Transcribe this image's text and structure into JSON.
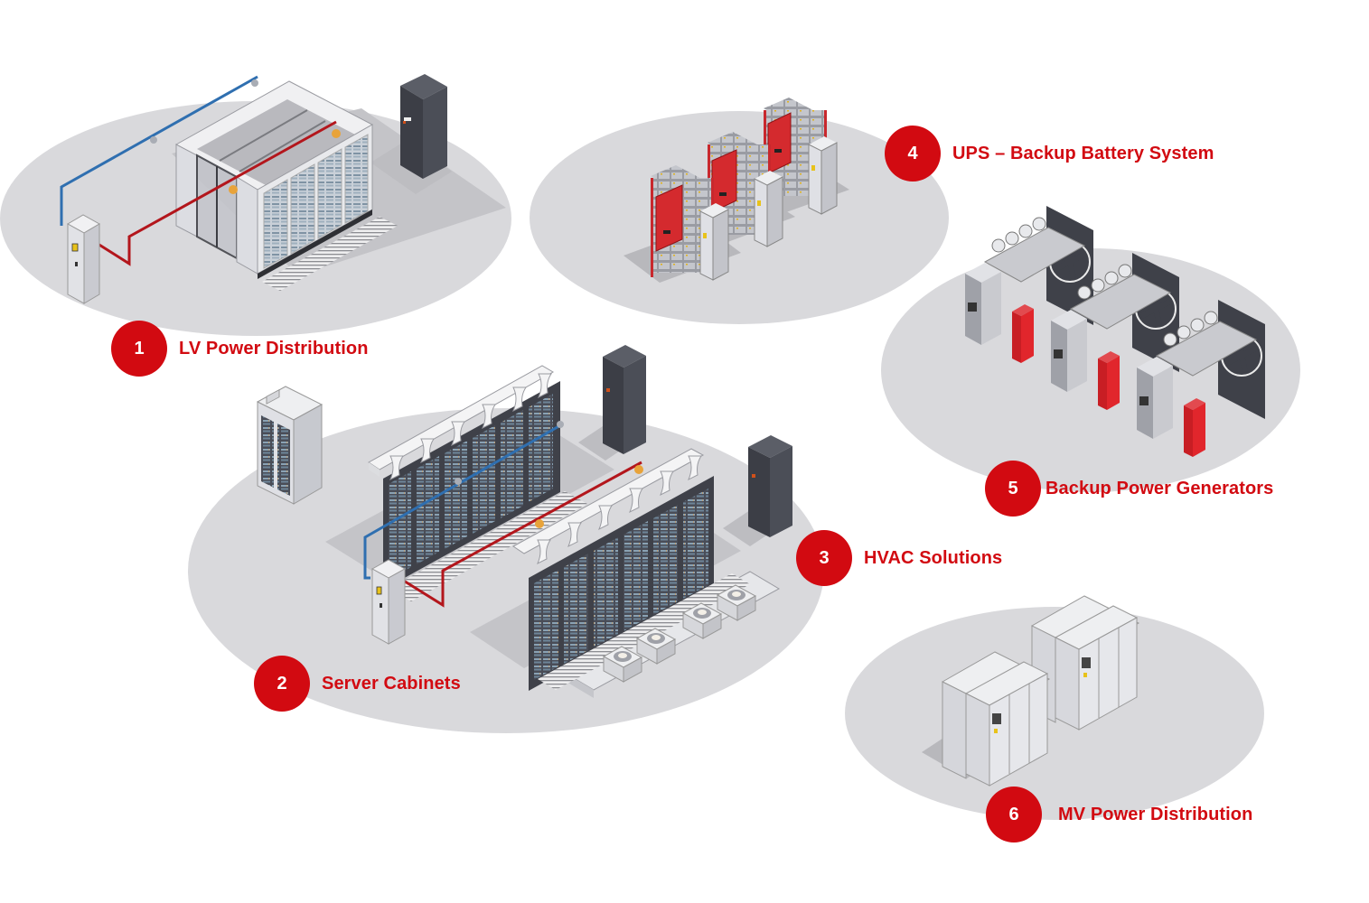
{
  "colors": {
    "accent": "#d20a11",
    "platform": "#d9d9dc",
    "cabinet_light": "#e4e5ea",
    "cabinet_dark": "#3f4149",
    "pipe_blue": "#2f6fb0",
    "pipe_red": "#b3161c"
  },
  "sections": [
    {
      "number": "1",
      "title": "LV Power Distribution",
      "icon": "lv-switchboard-icon"
    },
    {
      "number": "2",
      "title": "Server Cabinets",
      "icon": "server-rack-icon"
    },
    {
      "number": "3",
      "title": "HVAC Solutions",
      "icon": "cooling-unit-icon"
    },
    {
      "number": "4",
      "title": "UPS – Backup Battery System",
      "icon": "battery-rack-icon"
    },
    {
      "number": "5",
      "title": "Backup Power Generators",
      "icon": "generator-icon"
    },
    {
      "number": "6",
      "title": "MV Power Distribution",
      "icon": "mv-switchgear-icon"
    }
  ]
}
